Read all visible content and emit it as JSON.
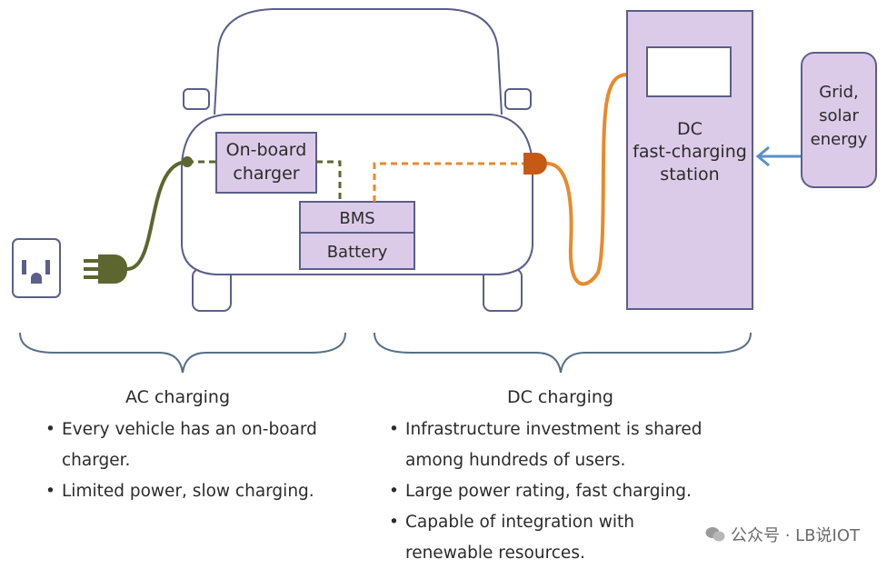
{
  "diagram": {
    "onboard_charger_lines": [
      "On-board",
      "charger"
    ],
    "bms_label": "BMS",
    "battery_label": "Battery",
    "station_lines": [
      "DC",
      "fast-charging",
      "station"
    ],
    "grid_lines": [
      "Grid,",
      "solar",
      "energy"
    ]
  },
  "ac_section": {
    "title": "AC charging",
    "bullets": [
      "Every vehicle has an on-board charger.",
      "Limited power, slow charging."
    ]
  },
  "dc_section": {
    "title": "DC charging",
    "bullets": [
      "Infrastructure investment is shared among hundreds of users.",
      "Large power rating, fast charging.",
      "Capable of integration with renewable resources."
    ]
  },
  "watermark": {
    "text": "公众号 · LB说IOT"
  },
  "colors": {
    "box_fill": "#dccbe8",
    "box_stroke": "#5a5f8a",
    "car_stroke": "#5a5f8a",
    "ac_cable": "#5e6630",
    "dc_cable": "#e88a2a",
    "arrow": "#5b8fc7",
    "bracket": "#56708a"
  }
}
